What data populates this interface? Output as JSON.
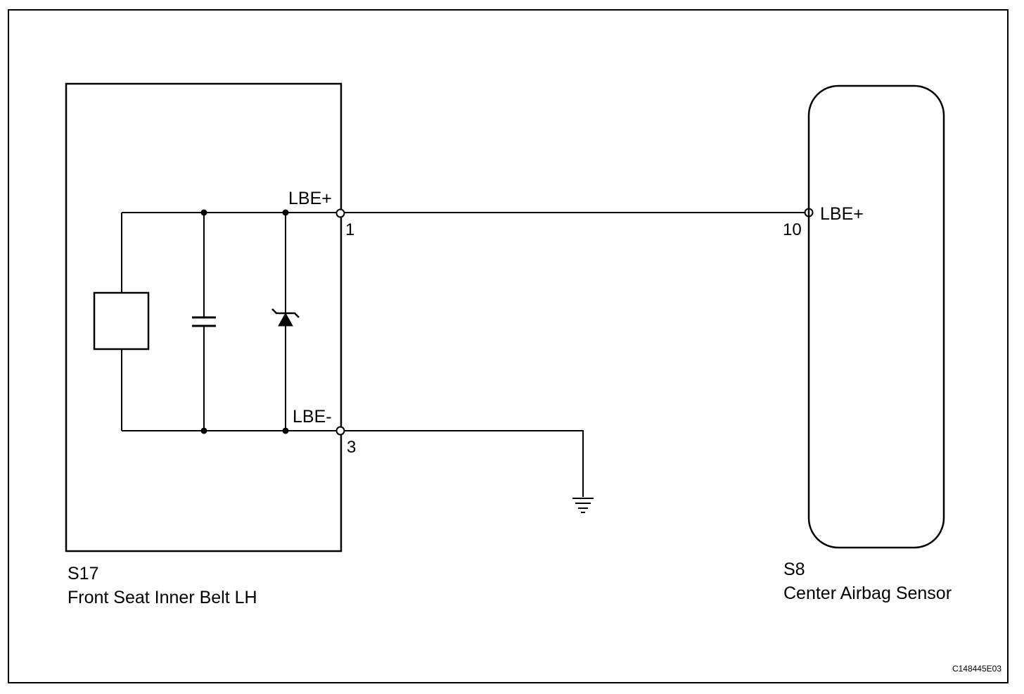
{
  "figure_id": "C148445E03",
  "components": {
    "left": {
      "code": "S17",
      "name": "Front Seat Inner Belt LH"
    },
    "right": {
      "code": "S8",
      "name": "Center Airbag Sensor"
    }
  },
  "terminals": {
    "s17_top": {
      "label": "LBE+",
      "pin": "1"
    },
    "s17_bottom": {
      "label": "LBE-",
      "pin": "3"
    },
    "s8_top": {
      "label": "LBE+",
      "pin": "10"
    }
  },
  "colors": {
    "line": "#000000",
    "background": "#ffffff"
  }
}
